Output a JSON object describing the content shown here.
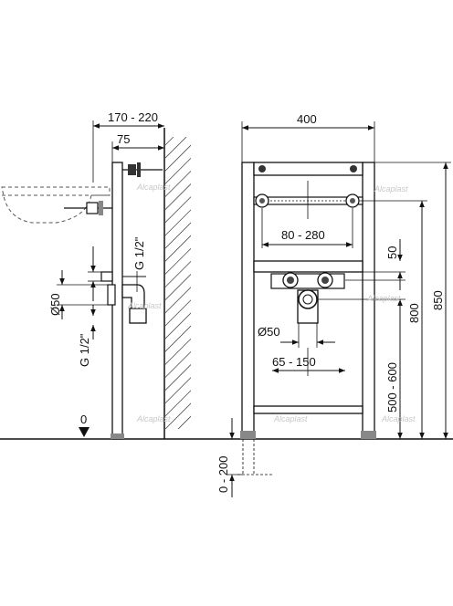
{
  "side_view": {
    "dim_top": "170 - 220",
    "dim_75": "75",
    "label_g_upper": "G 1/2\"",
    "label_d50": "Ø50",
    "label_g_lower": "G 1/2\"",
    "label_zero": "0"
  },
  "front_view": {
    "dim_width": "400",
    "dim_holes": "80 - 280",
    "dim_50": "50",
    "dim_850": "850",
    "dim_800": "800",
    "dim_500_600": "500 - 600",
    "label_d50": "Ø50",
    "dim_65_150": "65 - 150",
    "dim_0_200": "0 - 200"
  },
  "watermark": "Alcaplast"
}
